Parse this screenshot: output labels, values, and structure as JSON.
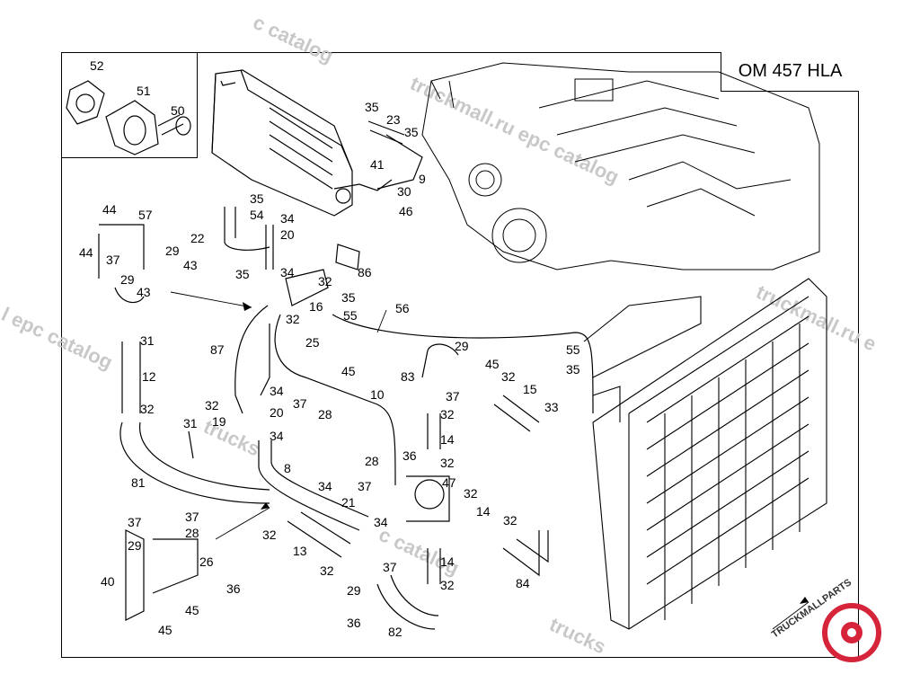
{
  "title": "OM 457 HLA",
  "watermark": {
    "text_catalog": "c catalog",
    "text_truckmall": "truckmall.ru epc catalog",
    "text_epc": "l epc catalog",
    "text_ru": "truckmall.ru e",
    "text_mid": "trucks"
  },
  "logo": {
    "text": "TRUCKMALLPARTS",
    "colors": {
      "primary": "#d6243a",
      "dark": "#333333"
    }
  },
  "callouts": [
    "52",
    "51",
    "50",
    "35",
    "23",
    "35",
    "41",
    "9",
    "30",
    "46",
    "35",
    "54",
    "34",
    "22",
    "20",
    "35",
    "34",
    "32",
    "86",
    "35",
    "16",
    "32",
    "55",
    "56",
    "44",
    "57",
    "29",
    "43",
    "44",
    "37",
    "29",
    "43",
    "87",
    "25",
    "45",
    "31",
    "12",
    "32",
    "34",
    "37",
    "28",
    "10",
    "19",
    "20",
    "34",
    "31",
    "32",
    "81",
    "8",
    "28",
    "37",
    "34",
    "21",
    "36",
    "47",
    "32",
    "14",
    "32",
    "83",
    "37",
    "32",
    "29",
    "45",
    "32",
    "15",
    "33",
    "55",
    "35",
    "14",
    "32",
    "34",
    "32",
    "13",
    "32",
    "37",
    "29",
    "36",
    "82",
    "37",
    "37",
    "28",
    "29",
    "26",
    "40",
    "36",
    "45",
    "45",
    "14",
    "32",
    "84"
  ]
}
